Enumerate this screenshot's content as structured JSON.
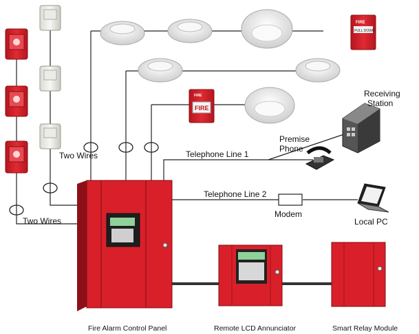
{
  "labels": {
    "two_wires_upper": "Two Wires",
    "two_wires_lower": "Two Wires",
    "telephone_line_1": "Telephone Line 1",
    "telephone_line_2": "Telephone Line 2",
    "modem": "Modem",
    "receiving_station_line1": "Receiving",
    "receiving_station_line2": "Station",
    "premise_phone_line1": "Premise",
    "premise_phone_line2": "Phone",
    "local_pc": "Local PC",
    "fire_alarm_control_panel": "Fire Alarm Control Panel",
    "remote_lcd_annunciator": "Remote LCD Annunciator",
    "smart_relay_module": "Smart Relay Module",
    "pull_station_small_text": "FIRE",
    "pull_station_large_text": "FIRE",
    "pull_station_right_text": "FIRE",
    "pull_station_right_sub": "PULL DOWN"
  },
  "colors": {
    "panel_red": "#d9202a",
    "panel_dark": "#a5141c",
    "wire": "#222222",
    "annunciator_screen": "#6fbf7a",
    "detector_white": "#f3f3f3"
  }
}
